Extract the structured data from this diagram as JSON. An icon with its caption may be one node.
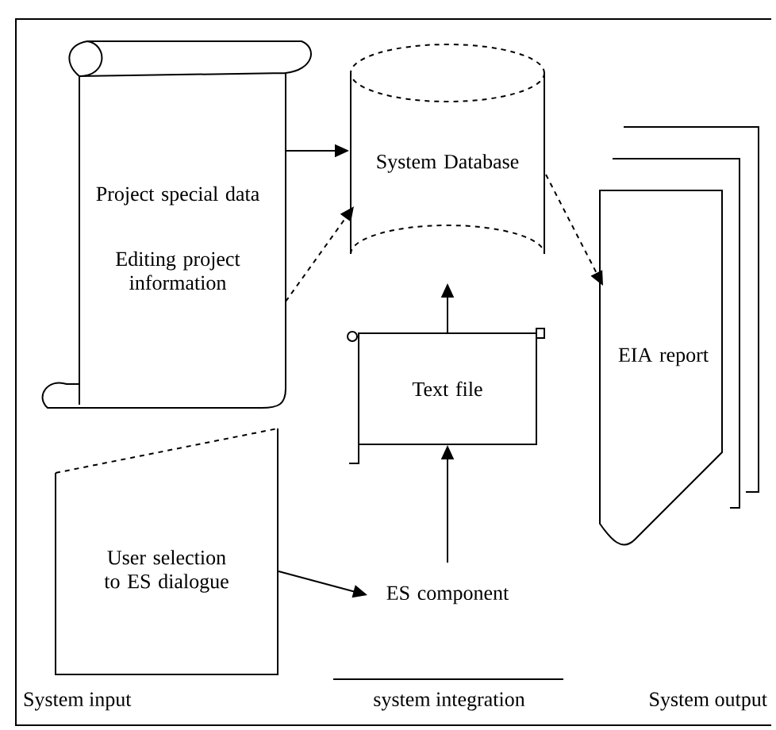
{
  "diagram": {
    "nodes": [
      {
        "text": [
          "Project special data",
          "Editing project information"
        ]
      },
      {
        "text": [
          "System Database"
        ]
      },
      {
        "text": [
          "EIA report"
        ]
      },
      {
        "text": [
          "Text file"
        ]
      },
      {
        "text": [
          "User selection to ES dialogue"
        ]
      },
      {
        "text": [
          "ES component"
        ]
      }
    ],
    "edges": [
      {
        "from": 0,
        "to": 1,
        "arrow": "to"
      },
      {
        "from": 0,
        "to": 1,
        "arrow": "to",
        "style": "dashed"
      },
      {
        "from": 1,
        "to": 2,
        "arrow": "to",
        "style": "dashed"
      },
      {
        "from": 3,
        "to": 1,
        "arrow": "to"
      },
      {
        "from": 5,
        "to": 3,
        "arrow": "to"
      },
      {
        "from": 4,
        "to": 5,
        "arrow": "to"
      }
    ],
    "labels": [
      "System input",
      "system integration",
      "System output"
    ]
  }
}
